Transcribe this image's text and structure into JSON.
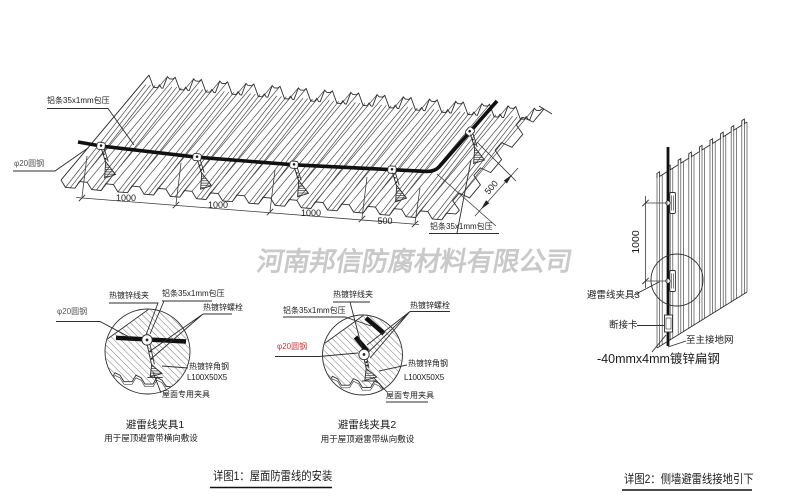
{
  "watermark": {
    "text": "河南邦信防腐材料有限公司"
  },
  "roof_view": {
    "label_alu_strip_top": "铝条35x1mm包压",
    "label_alu_strip_bottom": "铝条35x1mm包压",
    "label_round_steel": "φ20圆钢",
    "dims": {
      "d1": "1000",
      "d2": "1000",
      "d3": "1000",
      "d4": "500",
      "slope": "500"
    }
  },
  "detail1": {
    "labels": {
      "wire_clip": "热镀锌线夹",
      "alu_strip": "铝条35x1mm包压",
      "bolt": "热镀锌螺栓",
      "round_steel": "φ20圆钢",
      "angle_steel": "热镀锌角钢",
      "angle_spec": "L100X50X5",
      "roof_clamp": "屋面专用夹具"
    },
    "title": "避雷线夹具1",
    "subtitle": "用于屋顶避雷带横向敷设"
  },
  "detail2": {
    "labels": {
      "wire_clip": "热镀锌线夹",
      "alu_strip": "铝条35x1mm包压",
      "bolt": "热镀锌螺栓",
      "round_steel": "φ20圆钢",
      "angle_steel": "热镀锌角钢",
      "angle_spec": "L100X50X5",
      "roof_clamp": "屋面专用夹具"
    },
    "title": "避雷线夹具2",
    "subtitle": "用于屋顶避雷带纵向敷设"
  },
  "wall_view": {
    "labels": {
      "clamp3": "避雷线夹具3",
      "disconnect": "断接卡",
      "to_ground": "至主接地网",
      "flat_steel": "-40mmx4mm镀锌扁钢"
    },
    "dim_vertical": "1000"
  },
  "captions": {
    "detail1": "详图1：屋面防雷线的安装",
    "detail2": "详图2：侧墙避雷线接地引下"
  },
  "colors": {
    "line": "#2a2a2a",
    "text": "#1c1c1c",
    "accent_red": "#c4393b",
    "watermark": "#9a9a9a"
  }
}
